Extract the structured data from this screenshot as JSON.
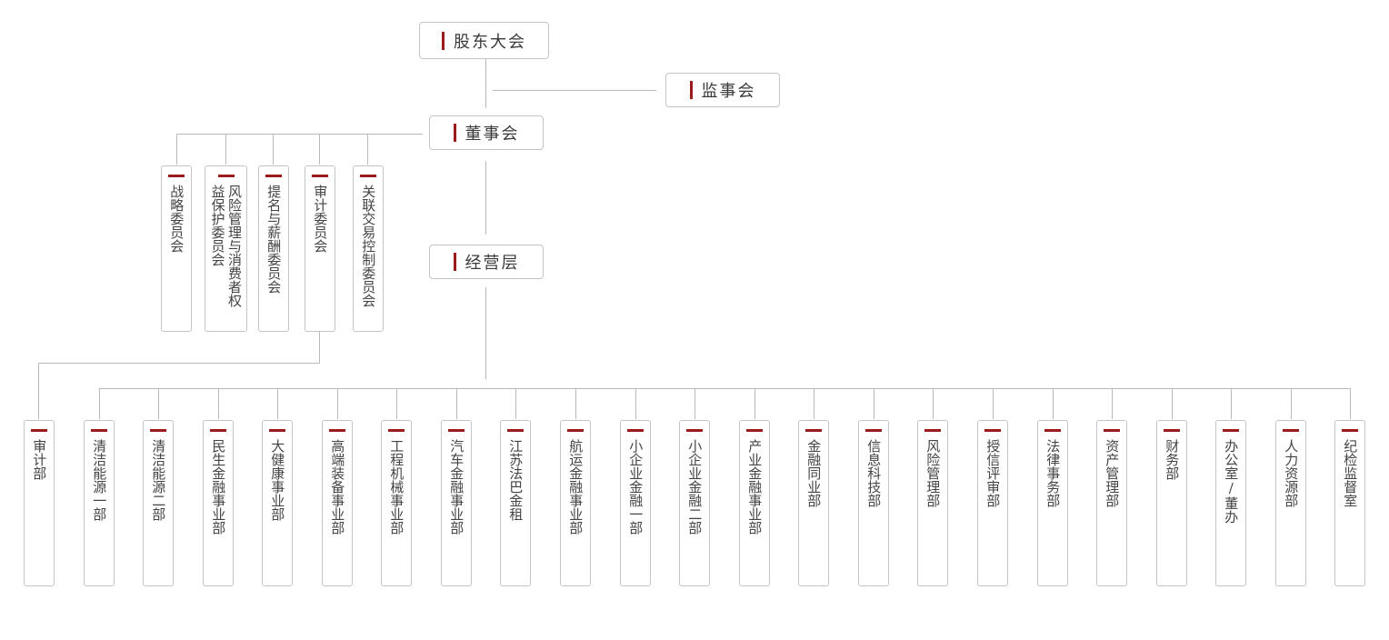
{
  "top": {
    "shareholders": "股东大会",
    "supervisors": "监事会",
    "board": "董事会",
    "management": "经营层"
  },
  "committees": [
    "战略委员会",
    "风险管理与消费者权益保护委员会",
    "提名与薪酬委员会",
    "审计委员会",
    "关联交易控制委员会"
  ],
  "audit_dept": "审计部",
  "departments": [
    "清洁能源一部",
    "清洁能源二部",
    "民生金融事业部",
    "大健康事业部",
    "高端装备事业部",
    "工程机械事业部",
    "汽车金融事业部",
    "江苏法巴金租",
    "航运金融事业部",
    "小企业金融一部",
    "小企业金融二部",
    "产业金融事业部",
    "金融同业部",
    "信息科技部",
    "风险管理部",
    "授信评审部",
    "法律事务部",
    "资产管理部",
    "财务部",
    "办公室/董办",
    "人力资源部",
    "纪检监督室"
  ],
  "colors": {
    "accent": "#9b1b1b",
    "line": "#b9b9b9",
    "border": "#c4c4c4"
  }
}
